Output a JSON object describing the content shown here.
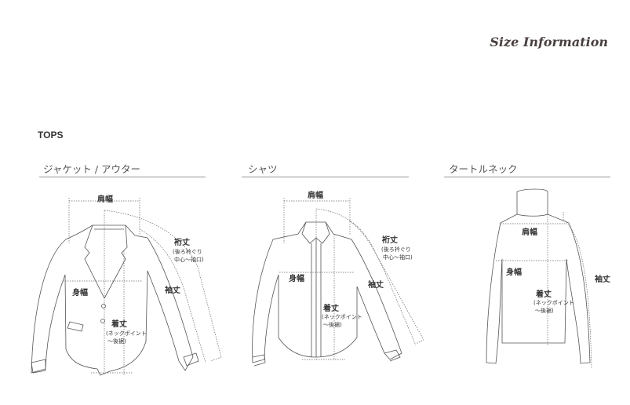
{
  "header": {
    "title": "Size Information"
  },
  "section": {
    "title": "TOPS"
  },
  "garments": [
    {
      "name": "ジャケット / アウター",
      "labels": {
        "shoulder": "肩幅",
        "yuki": "裄丈",
        "yuki_note_1": "(後ろ衿ぐり",
        "yuki_note_2": "中心〜袖口)",
        "sleeve": "袖丈",
        "chest": "身幅",
        "length": "着丈",
        "length_note_1": "(ネックポイント",
        "length_note_2": "〜後裾)"
      }
    },
    {
      "name": "シャツ",
      "labels": {
        "shoulder": "肩幅",
        "yuki": "裄丈",
        "yuki_note_1": "(後ろ衿ぐり",
        "yuki_note_2": "中心〜袖口)",
        "sleeve": "袖丈",
        "chest": "身幅",
        "length": "着丈",
        "length_note_1": "(ネックポイント",
        "length_note_2": "〜後裾)"
      }
    },
    {
      "name": "タートルネック",
      "labels": {
        "shoulder": "肩幅",
        "sleeve": "袖丈",
        "chest": "身幅",
        "length": "着丈",
        "length_note_1": "(ネックポイント",
        "length_note_2": "〜後裾)"
      }
    }
  ]
}
